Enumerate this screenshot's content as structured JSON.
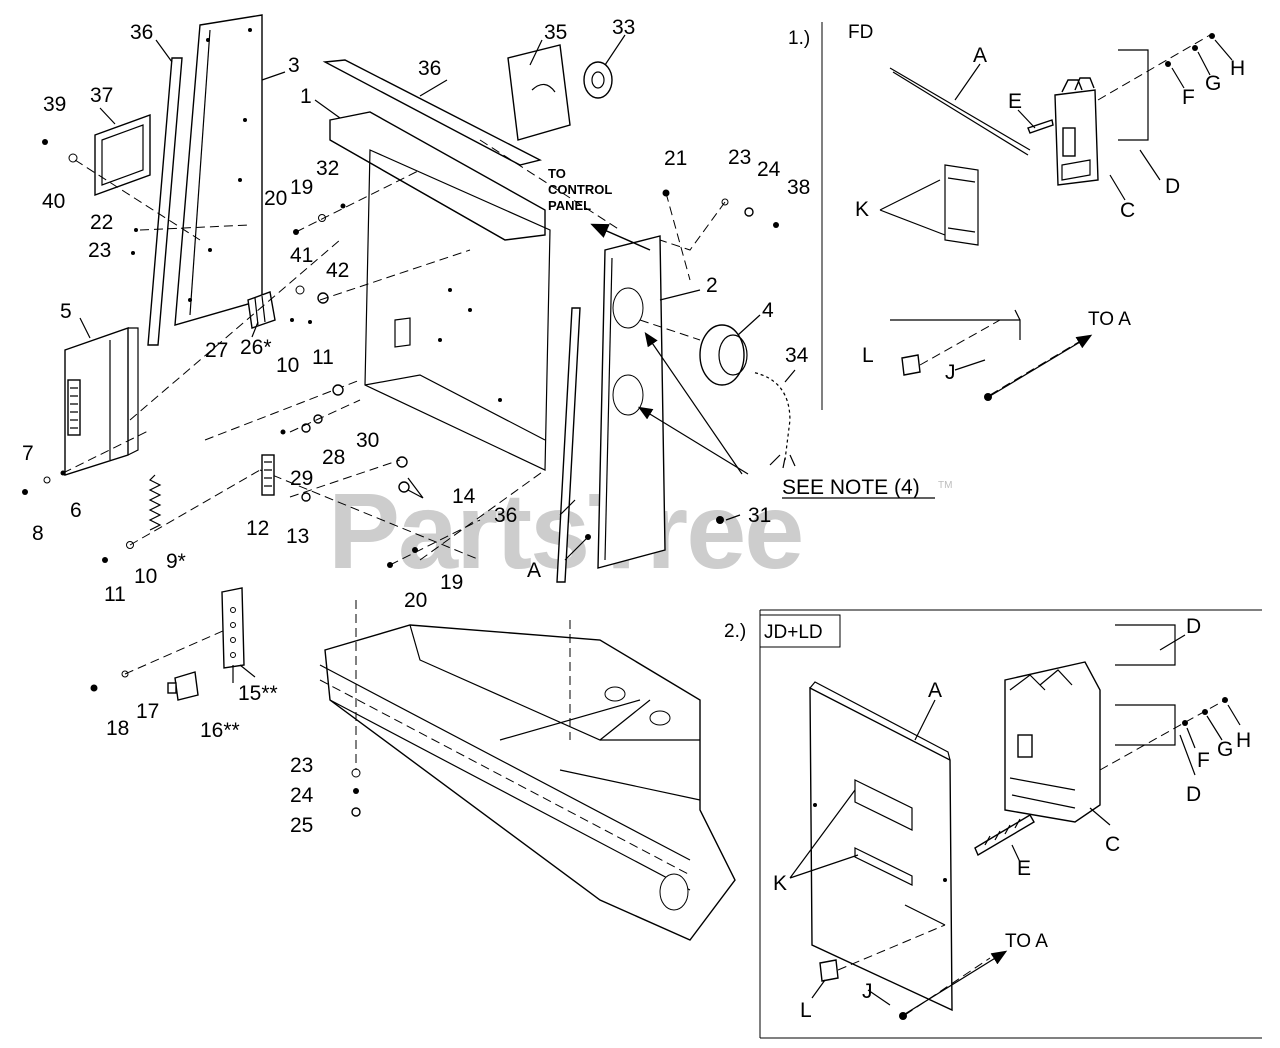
{
  "diagram": {
    "watermark": "PartsTree",
    "trademark": "TM",
    "note_to_control_panel": [
      "TO",
      "CONTROL",
      "PANEL"
    ],
    "see_note": "SEE NOTE (4)",
    "main_callouts": [
      {
        "id": "c1",
        "text": "1"
      },
      {
        "id": "c2",
        "text": "2"
      },
      {
        "id": "c3",
        "text": "3"
      },
      {
        "id": "c4",
        "text": "4"
      },
      {
        "id": "c5",
        "text": "5"
      },
      {
        "id": "c6",
        "text": "6"
      },
      {
        "id": "c7",
        "text": "7"
      },
      {
        "id": "c8",
        "text": "8"
      },
      {
        "id": "c9",
        "text": "9*"
      },
      {
        "id": "c10a",
        "text": "10"
      },
      {
        "id": "c10b",
        "text": "10"
      },
      {
        "id": "c11a",
        "text": "11"
      },
      {
        "id": "c11b",
        "text": "11"
      },
      {
        "id": "c12",
        "text": "12"
      },
      {
        "id": "c13",
        "text": "13"
      },
      {
        "id": "c14",
        "text": "14"
      },
      {
        "id": "c15",
        "text": "15**"
      },
      {
        "id": "c16",
        "text": "16**"
      },
      {
        "id": "c17",
        "text": "17"
      },
      {
        "id": "c18",
        "text": "18"
      },
      {
        "id": "c19a",
        "text": "19"
      },
      {
        "id": "c19b",
        "text": "19"
      },
      {
        "id": "c20a",
        "text": "20"
      },
      {
        "id": "c20b",
        "text": "20"
      },
      {
        "id": "c21",
        "text": "21"
      },
      {
        "id": "c22",
        "text": "22"
      },
      {
        "id": "c23a",
        "text": "23"
      },
      {
        "id": "c23b",
        "text": "23"
      },
      {
        "id": "c23c",
        "text": "23"
      },
      {
        "id": "c24a",
        "text": "24"
      },
      {
        "id": "c24b",
        "text": "24"
      },
      {
        "id": "c25",
        "text": "25"
      },
      {
        "id": "c26",
        "text": "26*"
      },
      {
        "id": "c27",
        "text": "27"
      },
      {
        "id": "c28",
        "text": "28"
      },
      {
        "id": "c29",
        "text": "29"
      },
      {
        "id": "c30",
        "text": "30"
      },
      {
        "id": "c31",
        "text": "31"
      },
      {
        "id": "c32",
        "text": "32"
      },
      {
        "id": "c33",
        "text": "33"
      },
      {
        "id": "c34",
        "text": "34"
      },
      {
        "id": "c35",
        "text": "35"
      },
      {
        "id": "c36a",
        "text": "36"
      },
      {
        "id": "c36b",
        "text": "36"
      },
      {
        "id": "c36c",
        "text": "36"
      },
      {
        "id": "c37",
        "text": "37"
      },
      {
        "id": "c38",
        "text": "38"
      },
      {
        "id": "c39",
        "text": "39"
      },
      {
        "id": "c40",
        "text": "40"
      },
      {
        "id": "c41",
        "text": "41"
      },
      {
        "id": "c42",
        "text": "42"
      },
      {
        "id": "cA",
        "text": "A"
      }
    ],
    "inset_fd": {
      "number": "1.)",
      "title": "FD",
      "to_a": "TO A",
      "callouts": [
        {
          "id": "fA",
          "text": "A"
        },
        {
          "id": "fC",
          "text": "C"
        },
        {
          "id": "fD",
          "text": "D"
        },
        {
          "id": "fE",
          "text": "E"
        },
        {
          "id": "fF",
          "text": "F"
        },
        {
          "id": "fG",
          "text": "G"
        },
        {
          "id": "fH",
          "text": "H"
        },
        {
          "id": "fJ",
          "text": "J"
        },
        {
          "id": "fK",
          "text": "K"
        },
        {
          "id": "fL",
          "text": "L"
        }
      ]
    },
    "inset_jdld": {
      "number": "2.)",
      "title": "JD+LD",
      "to_a": "TO A",
      "callouts": [
        {
          "id": "jA",
          "text": "A"
        },
        {
          "id": "jC",
          "text": "C"
        },
        {
          "id": "jD1",
          "text": "D"
        },
        {
          "id": "jD2",
          "text": "D"
        },
        {
          "id": "jE",
          "text": "E"
        },
        {
          "id": "jF",
          "text": "F"
        },
        {
          "id": "jG",
          "text": "G"
        },
        {
          "id": "jH",
          "text": "H"
        },
        {
          "id": "jJ",
          "text": "J"
        },
        {
          "id": "jK",
          "text": "K"
        },
        {
          "id": "jL",
          "text": "L"
        }
      ]
    }
  }
}
